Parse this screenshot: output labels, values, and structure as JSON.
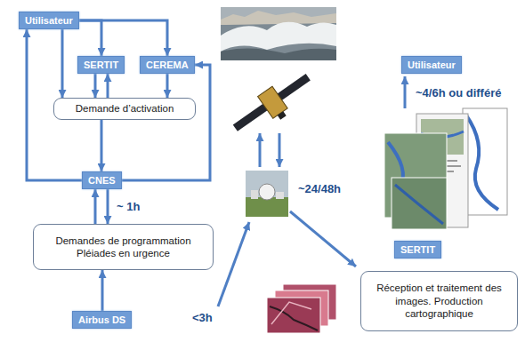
{
  "diagram": {
    "nodes": [
      {
        "text": [
          "Utilisateur"
        ]
      },
      {
        "text": [
          "SERTIT"
        ]
      },
      {
        "text": [
          "CEREMA"
        ]
      },
      {
        "text": [
          "Demande d’activation"
        ]
      },
      {
        "text": [
          "CNES"
        ]
      },
      {
        "text": [
          "Demandes de programmation Pléiades en urgence"
        ]
      },
      {
        "text": [
          "Airbus DS"
        ]
      },
      {
        "text": [
          "Utilisateur"
        ]
      },
      {
        "text": [
          "SERTIT"
        ]
      },
      {
        "text": [
          "Réception et traitement des images. Production cartographique"
        ]
      }
    ],
    "edges": [
      {
        "from": 0,
        "to": 1,
        "arrow": "to"
      },
      {
        "from": 0,
        "to": 2,
        "arrow": "to"
      },
      {
        "from": 0,
        "to": 3,
        "arrow": "to"
      },
      {
        "from": 1,
        "to": 3,
        "arrow": "to"
      },
      {
        "from": 3,
        "to": 1,
        "arrow": "to"
      },
      {
        "from": 2,
        "to": 3,
        "arrow": "to"
      },
      {
        "from": 3,
        "to": 4,
        "arrow": "to"
      },
      {
        "from": 4,
        "to": 0,
        "arrow": "to"
      },
      {
        "from": 4,
        "to": 2,
        "arrow": "to"
      },
      {
        "from": 4,
        "to": 5,
        "label": "~ 1h",
        "arrow": "to"
      },
      {
        "from": 5,
        "to": 4,
        "arrow": "to"
      },
      {
        "from": 6,
        "to": 5,
        "arrow": "to"
      }
    ],
    "labels": [
      "<3h",
      "~24/48h",
      "~4/6h ou différé"
    ]
  }
}
